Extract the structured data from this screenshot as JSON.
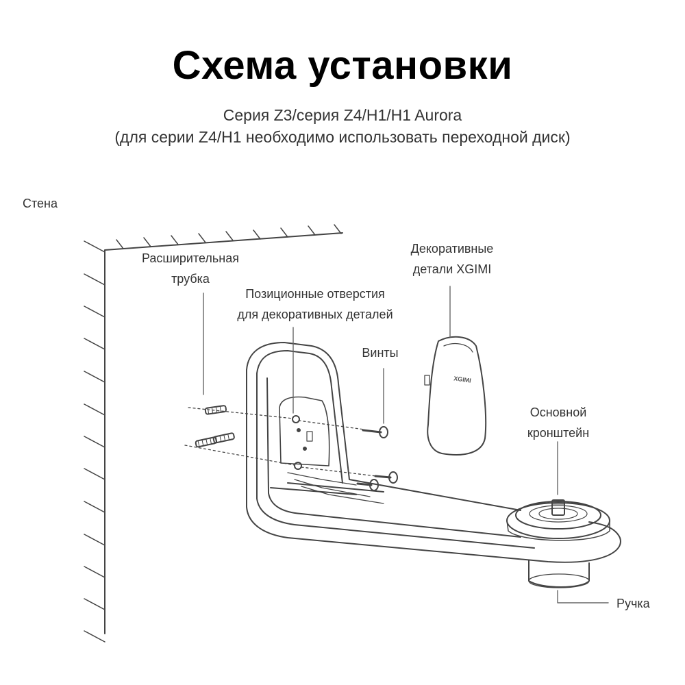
{
  "title": "Схема установки",
  "subtitle_line1": "Серия Z3/серия Z4/H1/H1 Aurora",
  "subtitle_line2": "(для серии Z4/H1 необходимо использовать переходной диск)",
  "labels": {
    "wall": "Стена",
    "expansion_tube_line1": "Расширительная",
    "expansion_tube_line2": "трубка",
    "positioning_holes_line1": "Позиционные отверстия",
    "positioning_holes_line2": "для декоративных деталей",
    "screws": "Винты",
    "decorative_parts_line1": "Декоративные",
    "decorative_parts_line2": "детали XGIMI",
    "main_bracket_line1": "Основной",
    "main_bracket_line2": "кронштейн",
    "handle": "Ручка"
  },
  "cover_logo": "XGIMI"
}
